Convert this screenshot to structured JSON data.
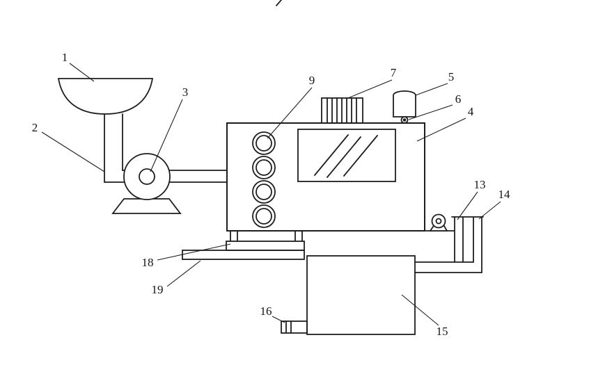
{
  "figure": {
    "background": "#ffffff",
    "line_color": "#1d1d1d",
    "labels": [
      "1",
      "2",
      "3",
      "4",
      "5",
      "6",
      "7",
      "9",
      "13",
      "14",
      "15",
      "16",
      "18",
      "19"
    ]
  }
}
